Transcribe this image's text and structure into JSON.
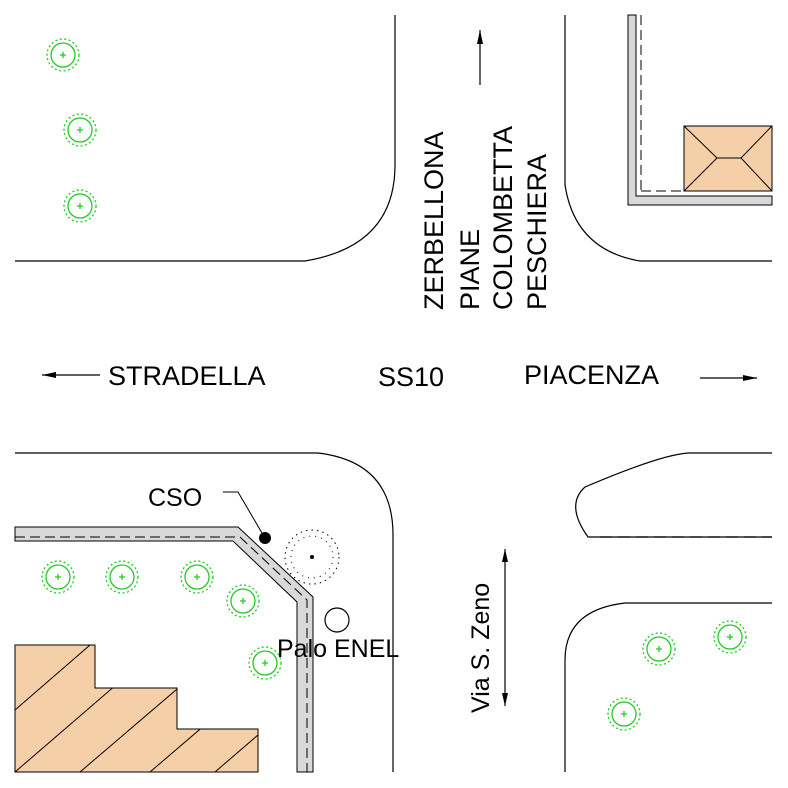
{
  "labels": {
    "west": "STRADELLA",
    "center": "SS10",
    "east": "PIACENZA",
    "north_1": "ZERBELLONA",
    "north_2": "PIANE",
    "north_3": "COLOMBETTA",
    "north_4": "PESCHIERA",
    "south": "Via S. Zeno",
    "cso": "CSO",
    "pole": "Palo ENEL"
  },
  "colors": {
    "building_fill": "#f5cfa8",
    "sidewalk_fill": "#d9d9d9",
    "tree": "#22cc22",
    "line": "#000000"
  }
}
